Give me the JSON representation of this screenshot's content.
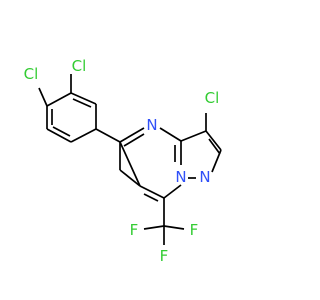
{
  "colors": {
    "background": "#ffffff",
    "bond": "#000000",
    "Cl": "#33cc33",
    "N": "#3050f8",
    "F": "#33cc33"
  },
  "atoms": [
    {
      "id": "cl_a",
      "element": "Cl",
      "label": "Cl"
    },
    {
      "id": "cl_b",
      "element": "Cl",
      "label": "Cl"
    },
    {
      "id": "cl_c",
      "element": "Cl",
      "label": "Cl"
    },
    {
      "id": "n_ring",
      "element": "N",
      "label": "N"
    },
    {
      "id": "n_bridge",
      "element": "N",
      "label": "N"
    },
    {
      "id": "n_pyrazole",
      "element": "N",
      "label": "N"
    },
    {
      "id": "f_left",
      "element": "F",
      "label": "F"
    },
    {
      "id": "f_right",
      "element": "F",
      "label": "F"
    },
    {
      "id": "f_bottom",
      "element": "F",
      "label": "F"
    }
  ]
}
